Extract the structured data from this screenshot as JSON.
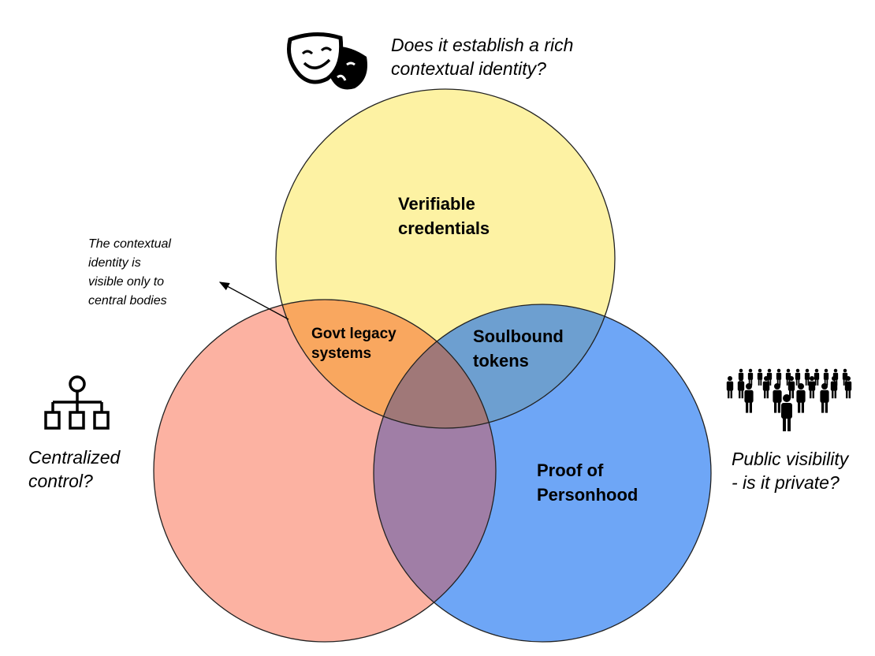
{
  "questions": {
    "top": [
      "Does it establish a rich",
      "contextual identity?"
    ],
    "left": [
      "Centralized",
      "control?"
    ],
    "right": [
      "Public visibility",
      "- is it private?"
    ]
  },
  "annotation": [
    "The contextual",
    "identity is",
    "visible only to",
    "central bodies"
  ],
  "sets": {
    "yellow": {
      "label": [
        "Verifiable",
        "credentials"
      ],
      "color": "#fdf2a3"
    },
    "red": {
      "label": [],
      "color": "#fcb2a2"
    },
    "blue": {
      "label": [
        "Proof of",
        "Personhood"
      ],
      "color": "#6ea6f6"
    }
  },
  "overlaps": {
    "yellow_red": {
      "label": [
        "Govt legacy",
        "systems"
      ],
      "color": "#f9a75f"
    },
    "yellow_blue": {
      "label": [
        "Soulbound",
        "tokens"
      ],
      "color": "#6d9fd0"
    },
    "red_blue": {
      "color": "#a07ea6"
    },
    "all": {
      "color": "#a07878"
    }
  },
  "icons": {
    "top": "theater-masks-icon",
    "left": "org-hierarchy-icon",
    "right": "crowd-icon"
  }
}
